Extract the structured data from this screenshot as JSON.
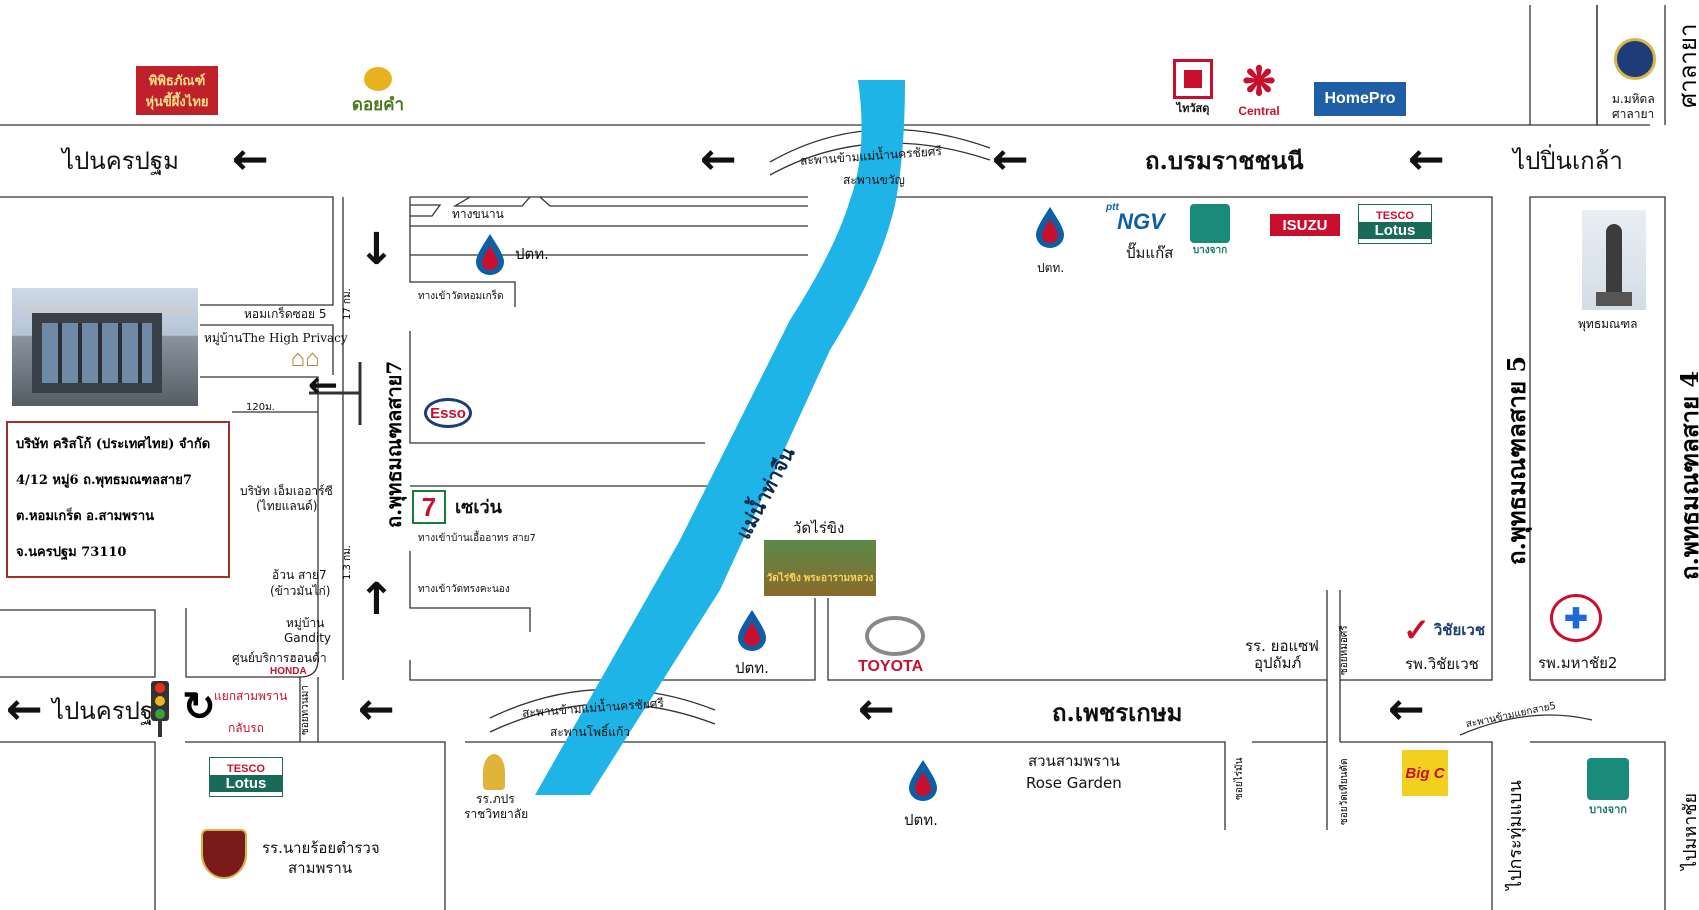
{
  "roads": {
    "borommaratchachonnani": "ถ.บรมราชชนนี",
    "phetkasem": "ถ.เพชรเกษม",
    "phutthamonthon7": "ถ.พุทธมณฑลสาย7",
    "phutthamonthon5": "ถ.พุทธมณฑลสาย 5",
    "phutthamonthon4": "ถ.พุทธมณฑลสาย 4"
  },
  "directions": {
    "to_nakhon_pathom_top": "ไปนครปฐม",
    "to_pinklao": "ไปปิ่นเกล้า",
    "to_nakhon_pathom_bottom": "ไปนครปฐม",
    "to_krathum_baen": "ไปกระทุ่มแบน",
    "to_mahachai": "ไปมหาชัย"
  },
  "bridges": {
    "top_arc": "สะพานข้ามแม่น้ำนครชัยศรี",
    "top_name": "สะพานขวัญ",
    "bottom_arc": "สะพานข้ามแม่น้ำนครชัยศรี",
    "bottom_name": "สะพานโพธิ์แก้ว",
    "sai5_arc": "สะพานข้ามแยกสาย5"
  },
  "river": {
    "name": "แม่น้ำท่าจีน"
  },
  "places": {
    "salaya": "ศาลายา",
    "mahidol_1": "ม.มหิดล",
    "mahidol_2": "ศาลายา",
    "phuttha_monthon": "พุทธมณฑล",
    "ptt_1": "ปตท.",
    "ptt_2": "ปตท.",
    "ptt_3": "ปตท.",
    "ptt_4": "ปตท.",
    "ngv_label": "ปั๊มแก๊ส",
    "thang_khanan": "ทางขนาน",
    "wat_hom_kret_entrance": "ทางเข้าวัดหอมเกร็ด",
    "hom_kret_soi5": "หอมเกร็ดซอย 5",
    "high_privacy": "หมู่บ้านThe High Privacy",
    "dist_17km": "17 กม.",
    "dist_120m": "120ม.",
    "dist_13km": "1.3 กม.",
    "mr_thailand_1": "บริษัท เอ็มเออาร์ซี",
    "mr_thailand_2": "(ไทยแลนด์)",
    "auan_1": "อ้วน สาย7",
    "auan_2": "(ข้าวมันไก่)",
    "gandity_1": "หมู่บ้าน",
    "gandity_2": "Gandity",
    "honda_center": "ศูนย์บริการฮอนด้า",
    "seven_eleven": "เซเว่น",
    "ua_athorn_entrance": "ทางเข้าบ้านเอื้ออาทร สาย7",
    "wat_song_khanong_entrance": "ทางเข้าวัดทรงคะนอง",
    "wat_rai_khing": "วัดไร่ขิง",
    "yosef_1": "รร. ยอแซฟ",
    "yosef_2": "อุปถัมภ์",
    "soi_mo_si": "ซอยหมอศรี",
    "vichaivej": "รพ.วิชัยเวช",
    "mahachai2": "รพ.มหาชัย2",
    "yaek_sam_phran": "แยกสามพราน",
    "klap_rot": "กลับรถ",
    "soi_bottom_left": "ซอยทวนมา",
    "rose_garden_1": "สวนสามพราน",
    "rose_garden_2": "Rose Garden",
    "soi_rai_man": "ซอยไร่มัน",
    "soi_wat_thian_dat": "ซอยวัดเทียนดัด",
    "police_school_1": "รร.นายร้อยตำรวจ",
    "police_school_2": "สามพราน",
    "school_1": "รร.ภปร",
    "school_2": "ราชวิทยาลัย"
  },
  "logos": {
    "phiphitthaphan_1": "พิพิธภัณฑ์",
    "phiphitthaphan_2": "หุ่นขี้ผึ้งไทย",
    "doi_kham": "ดอยคำ",
    "thaiwatsadu": "ไทวัสดุ",
    "central": "Central",
    "homepro": "HomePro",
    "ptt_small": "ptt",
    "ngv": "NGV",
    "bangchak_1": "บางจาก",
    "bangchak_2": "บางจาก",
    "isuzu": "ISUZU",
    "tesco_1": "TESCO",
    "lotus_1": "Lotus",
    "tesco_2": "TESCO",
    "lotus_2": "Lotus",
    "esso": "Esso",
    "toyota": "TOYOTA",
    "honda": "HONDA",
    "vichaivej_logo": "วิชัยเวช",
    "big_c": "Big C",
    "seven_logo": "7",
    "wat_sign": "วัดไร่ขิง พระอารามหลวง"
  },
  "company": {
    "line1": "บริษัท คริสโก้ (ประเทศไทย) จำกัด",
    "line2": "4/12 หมู่6 ถ.พุทธมณฑลสาย7",
    "line3": "ต.หอมเกร็ด อ.สามพราน",
    "line4": "จ.นครปฐม 73110"
  },
  "colors": {
    "river": "#1eb4e8",
    "road_line": "#333333",
    "ptt_red": "#c8102e",
    "ptt_blue": "#0b5fa5",
    "company_border": "#a0302a"
  },
  "icons": [
    "arrow-left-icon",
    "arrow-down-icon",
    "arrow-up-icon",
    "traffic-light-icon",
    "u-turn-icon",
    "house-icon"
  ]
}
